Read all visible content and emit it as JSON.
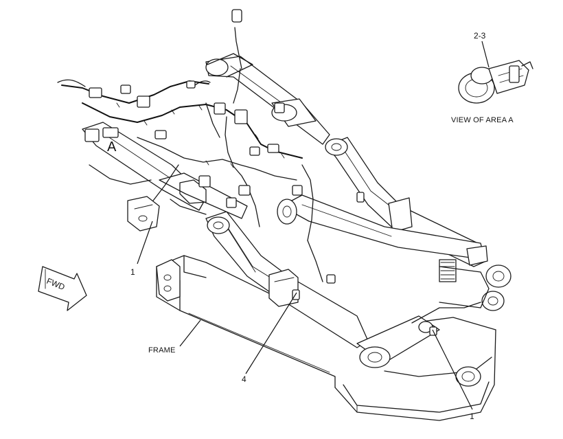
{
  "figure": {
    "area_marker": "A",
    "view_callout": "2-3",
    "view_caption": "VIEW OF AREA A",
    "direction_label": "FWD",
    "frame_label": "FRAME",
    "callouts": {
      "left_one": "1",
      "center_four": "4",
      "right_one": "1"
    }
  },
  "colors": {
    "line": "#1a1a1a",
    "background": "#ffffff"
  },
  "icons": [
    "fwd-arrow-icon",
    "connector-detail-icon"
  ]
}
